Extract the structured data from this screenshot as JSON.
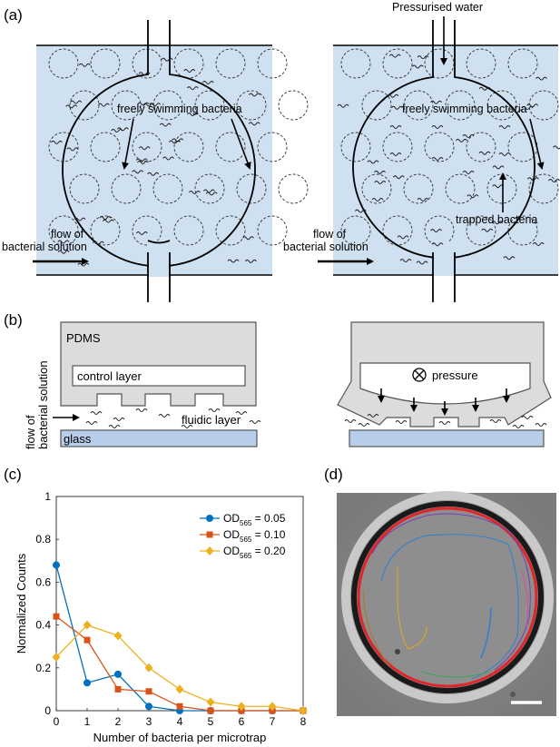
{
  "panel_a": {
    "label": "(a)",
    "left": {
      "annotation_swimming": "freely swimming bacteria",
      "flow_label_1": "flow of",
      "flow_label_2": "bacterial solution"
    },
    "right": {
      "top_label": "Pressurised water",
      "annotation_swimming": "freely swimming bacteria",
      "annotation_trapped": "trapped bacteria",
      "flow_label_1": "flow of",
      "flow_label_2": "bacterial solution"
    },
    "colors": {
      "fluid": "#cfe0f1",
      "outline": "#000000"
    }
  },
  "panel_b": {
    "label": "(b)",
    "pdms": "PDMS",
    "control_layer": "control layer",
    "fluidic_layer": "fluidic layer",
    "glass": "glass",
    "side_label_1": "flow of",
    "side_label_2": "bacterial solution",
    "pressure": "pressure",
    "colors": {
      "pdms": "#dcdcdc",
      "glass": "#b7cde9"
    }
  },
  "panel_c": {
    "label": "(c)",
    "chart_data": {
      "type": "line",
      "xlabel": "Number of bacteria per microtrap",
      "ylabel": "Normalized Counts",
      "xlim": [
        0,
        8
      ],
      "ylim": [
        0,
        1
      ],
      "x_ticks": [
        "0",
        "1",
        "2",
        "3",
        "4",
        "5",
        "6",
        "7",
        "8"
      ],
      "y_ticks": [
        "0",
        "0.2",
        "0.4",
        "0.6",
        "0.8",
        "1"
      ],
      "x": [
        0,
        1,
        2,
        3,
        4,
        5,
        6,
        7,
        8
      ],
      "legend_position": "top-right",
      "series": [
        {
          "name_main": "OD",
          "name_sub": "565",
          "name_rest": " = 0.05",
          "color": "#0072bd",
          "marker": "circle",
          "values": [
            0.68,
            0.13,
            0.17,
            0.02,
            0.0,
            0.0,
            0.0,
            0.0,
            0.0
          ]
        },
        {
          "name_main": "OD",
          "name_sub": "565",
          "name_rest": " = 0.10",
          "color": "#d95319",
          "marker": "square",
          "values": [
            0.44,
            0.33,
            0.1,
            0.09,
            0.02,
            0.0,
            0.0,
            0.0,
            0.0
          ]
        },
        {
          "name_main": "OD",
          "name_sub": "565",
          "name_rest": " = 0.20",
          "color": "#edb120",
          "marker": "diamond",
          "values": [
            0.25,
            0.4,
            0.35,
            0.2,
            0.1,
            0.04,
            0.02,
            0.02,
            0.0
          ]
        }
      ]
    }
  },
  "panel_d": {
    "label": "(d)"
  }
}
